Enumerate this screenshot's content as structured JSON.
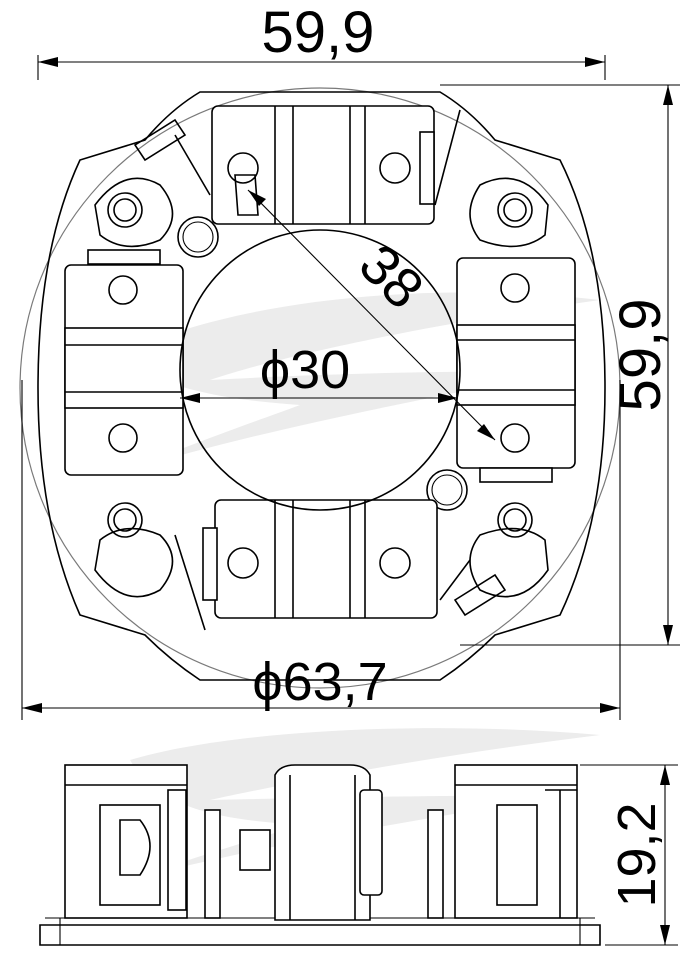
{
  "dimensions": {
    "width_top": "59,9",
    "height_right": "59,9",
    "diagonal": "38",
    "inner_diameter": "ϕ30",
    "outer_diameter": "ϕ63,7",
    "side_height": "19,2"
  },
  "colors": {
    "line": "#000000",
    "ghost_circle": "#8a8a8a",
    "watermark": "#e6e6e6"
  }
}
